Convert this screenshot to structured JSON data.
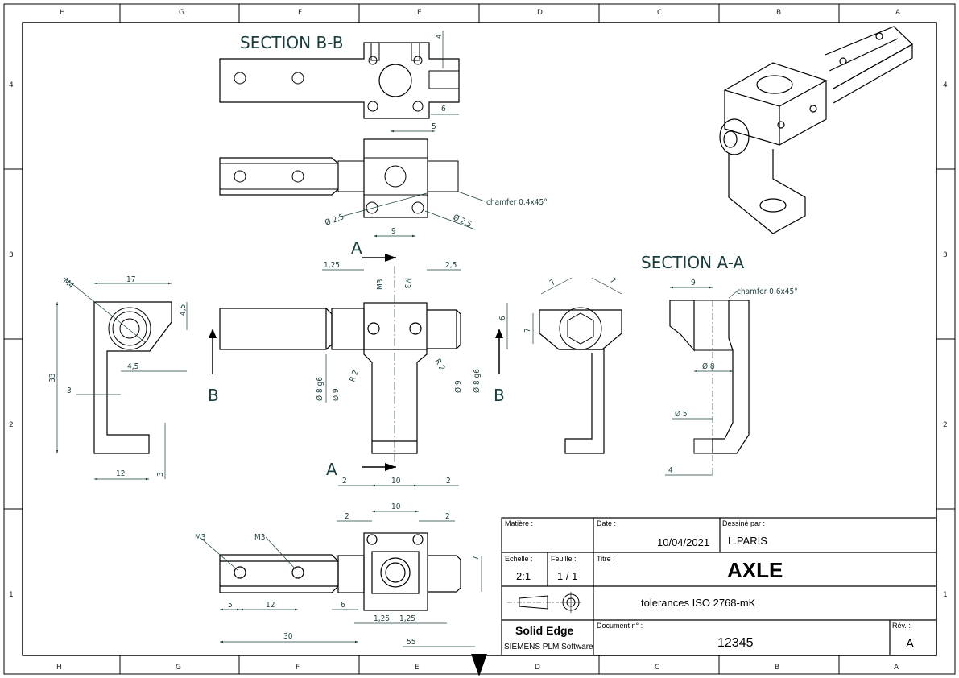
{
  "sheet": {
    "zones_cols": [
      "H",
      "G",
      "F",
      "E",
      "D",
      "C",
      "B",
      "A"
    ],
    "zones_rows": [
      "4",
      "3",
      "2",
      "1"
    ]
  },
  "views": {
    "section_bb": "SECTION B-B",
    "section_aa": "SECTION A-A",
    "cut_a": "A",
    "cut_b": "B"
  },
  "notes": {
    "chamfer_small": "chamfer 0.4x45°",
    "chamfer_large": "chamfer 0.6x45°",
    "phi25_left": "Ø 2,5",
    "phi25_right": "Ø 2,5",
    "m4": "M4",
    "m3_a": "M3",
    "m3_b": "M3",
    "m3_c": "M3",
    "m3_d": "M3",
    "r2_a": "R 2",
    "r2_b": "R 2"
  },
  "dims": {
    "d4": "4",
    "d6": "6",
    "d5": "5",
    "d9": "9",
    "d125": "1,25",
    "d25": "2,5",
    "d6b": "6",
    "d17": "17",
    "d45a": "4,5",
    "d45b": "4,5",
    "d33": "33",
    "d3a": "3",
    "d3b": "3",
    "d12": "12",
    "phi8g6a": "Ø 8 g6",
    "phi9a": "Ø 9",
    "phi9b": "Ø 9",
    "phi8g6b": "Ø 8 g6",
    "d2a": "2",
    "d10": "10",
    "d2b": "2",
    "d7a": "7",
    "d7b": "7",
    "d7c": "7",
    "d9b": "9",
    "phi8": "Ø 8",
    "phi5": "Ø 5",
    "d4b": "4",
    "d2c": "2",
    "d10b": "10",
    "d2d": "2",
    "d7d": "7",
    "d5b": "5",
    "d12b": "12",
    "d6c": "6",
    "d125b": "1,25",
    "d125c": "1,25",
    "d30": "30",
    "d55": "55"
  },
  "title_block": {
    "matiere_label": "Matière :",
    "date_label": "Date :",
    "date_value": "10/04/2021",
    "dessine_label": "Dessiné par :",
    "dessine_value": "L.PARIS",
    "echelle_label": "Echelle :",
    "echelle_value": "2:1",
    "feuille_label": "Feuille :",
    "feuille_value": "1 / 1",
    "titre_label": "Titre :",
    "titre_value": "AXLE",
    "tolerances": "tolerances  ISO 2768-mK",
    "brand": "Solid Edge",
    "brand_sub": "SIEMENS PLM Software",
    "document_label": "Document n° :",
    "document_value": "12345",
    "rev_label": "Rév. :",
    "rev_value": "A"
  },
  "colors": {
    "line": "#000000",
    "dimension": "#1a3d3d",
    "paper": "#ffffff"
  }
}
